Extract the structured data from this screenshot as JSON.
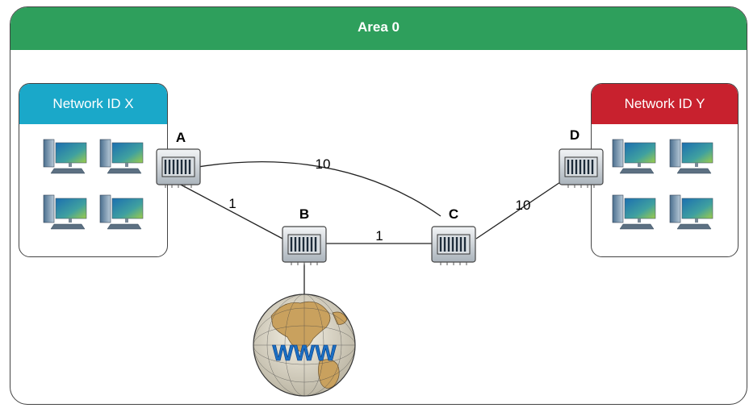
{
  "area": {
    "title": "Area 0"
  },
  "networks": [
    {
      "id": "x",
      "label": "Network ID X",
      "color": "#1aa8c9"
    },
    {
      "id": "y",
      "label": "Network ID Y",
      "color": "#c8212e"
    }
  ],
  "routers": [
    {
      "id": "A",
      "label": "A"
    },
    {
      "id": "B",
      "label": "B"
    },
    {
      "id": "C",
      "label": "C"
    },
    {
      "id": "D",
      "label": "D"
    }
  ],
  "links": [
    {
      "from": "A",
      "to": "C",
      "cost": "10"
    },
    {
      "from": "A",
      "to": "B",
      "cost": "1"
    },
    {
      "from": "B",
      "to": "C",
      "cost": "1"
    },
    {
      "from": "C",
      "to": "D",
      "cost": "10"
    }
  ],
  "globe": {
    "label": "WWW"
  },
  "colors": {
    "area_header": "#2e9f5c",
    "frame": "#444444"
  }
}
